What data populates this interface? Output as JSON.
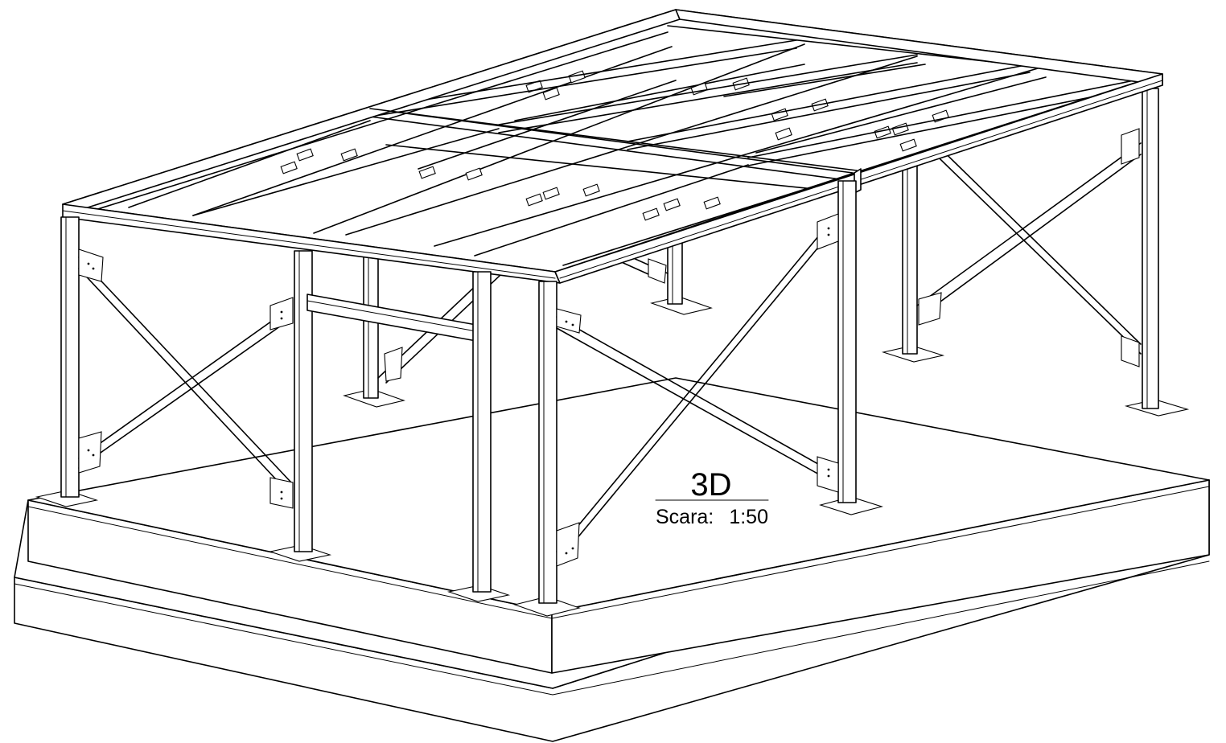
{
  "label": {
    "view": "3D",
    "scale_prefix": "Scara:",
    "scale_value": "1:50"
  }
}
